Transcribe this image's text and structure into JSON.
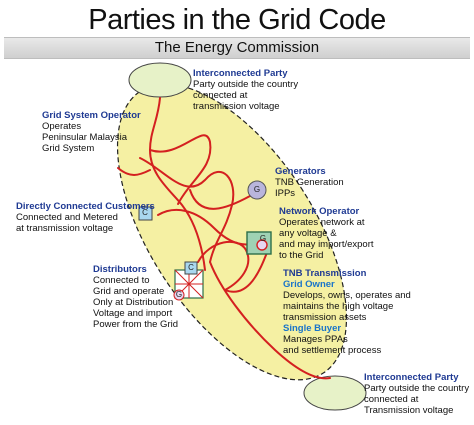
{
  "header": {
    "title": "Parties in the Grid Code",
    "subtitle": "The Energy Commission"
  },
  "parties": {
    "interconnected_top": {
      "heading": "Interconnected Party",
      "lines": [
        "Party outside the country",
        "connected at",
        "transmission voltage"
      ]
    },
    "grid_system_operator": {
      "heading": "Grid System Operator",
      "lines": [
        "Operates",
        "Peninsular Malaysia",
        "Grid System"
      ]
    },
    "generators": {
      "heading": "Generators",
      "lines": [
        "TNB Generation",
        "IPPs"
      ],
      "badge": "G"
    },
    "directly_connected": {
      "heading": "Directly Connected Customers",
      "lines": [
        "Connected and Metered",
        "at transmission voltage"
      ],
      "badge": "C"
    },
    "network_operator": {
      "heading": "Network Operator",
      "lines": [
        "Operates network at",
        "any voltage &",
        "and may import/export",
        "to the Grid"
      ],
      "badge_g": "G",
      "badge_c": "C"
    },
    "tnb_transmission": {
      "heading": "TNB Transmission",
      "grid_owner_heading": "Grid Owner",
      "grid_owner_lines": [
        "Develops, owns, operates and",
        "maintains the high voltage",
        "transmission assets"
      ],
      "single_buyer_heading": "Single Buyer",
      "single_buyer_lines": [
        "Manages PPAs",
        "and settlement process"
      ]
    },
    "distributors": {
      "heading": "Distributors",
      "lines": [
        "Connected to",
        "Grid and operate",
        "Only at Distribution",
        "Voltage and import",
        "Power from the Grid"
      ],
      "badge_c": "C",
      "badge_g": "G"
    },
    "interconnected_bottom": {
      "heading": "Interconnected Party",
      "lines": [
        "Party outside the country",
        "connected at",
        "Transmission voltage"
      ]
    }
  },
  "colors": {
    "ellipse_fill": "#f5f0a3",
    "bubble_fill": "#e7f2c8",
    "grid_line": "#d42020",
    "heading": "#1f3a93",
    "subheading": "#1a74c9"
  }
}
